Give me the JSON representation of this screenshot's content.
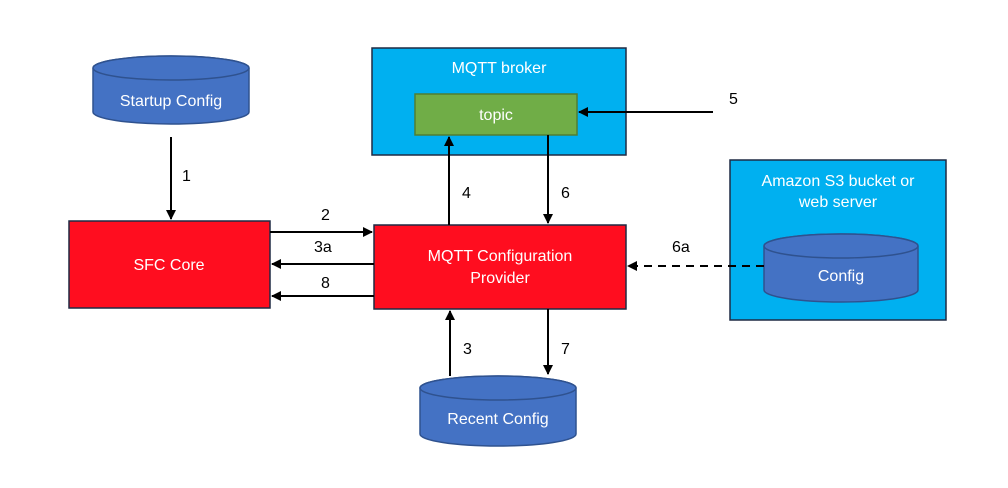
{
  "diagram": {
    "colors": {
      "broker_fill": "#00B0F0",
      "topic_fill": "#70AD47",
      "topic_stroke": "#507E32",
      "core_fill": "#FF0D1F",
      "db_fill": "#4472C4",
      "db_stroke": "#2F528F",
      "outline": "#1F2A44",
      "arrow": "#000000"
    },
    "nodes": {
      "startup_config": "Startup Config",
      "sfc_core": "SFC Core",
      "mqtt_broker": "MQTT broker",
      "topic": "topic",
      "provider_line1": "MQTT Configuration",
      "provider_line2": "Provider",
      "s3_line1": "Amazon S3 bucket or",
      "s3_line2": "web server",
      "config": "Config",
      "recent_config": "Recent Config"
    },
    "edges": {
      "e1": "1",
      "e2": "2",
      "e3a": "3a",
      "e8": "8",
      "e4": "4",
      "e6": "6",
      "e5": "5",
      "e6a": "6a",
      "e3": "3",
      "e7": "7"
    }
  }
}
